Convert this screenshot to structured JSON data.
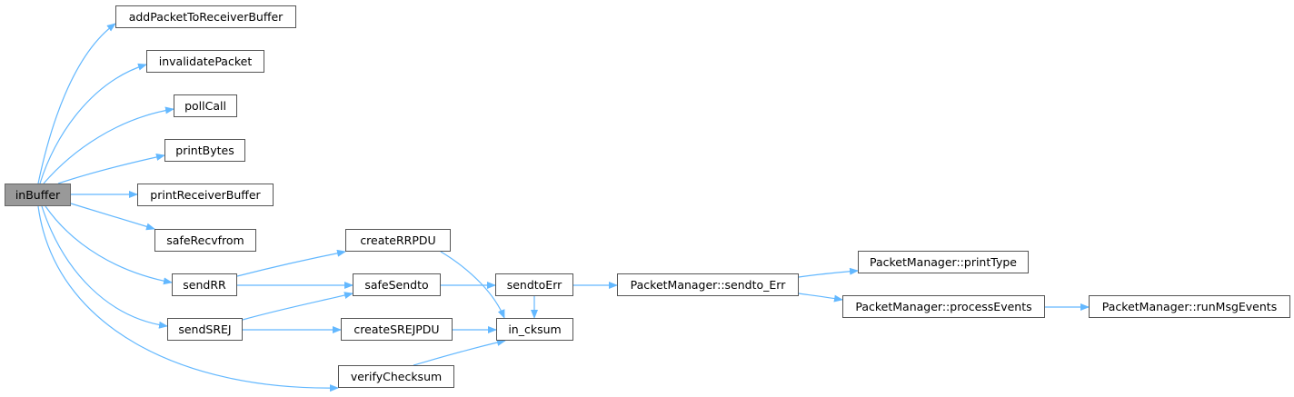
{
  "graph": {
    "edge_color": "#63b8ff",
    "root": "inBuffer",
    "nodes": {
      "root": "inBuffer",
      "add": "addPacketToReceiverBuffer",
      "inv": "invalidatePacket",
      "poll": "pollCall",
      "pb": "printBytes",
      "prb": "printReceiverBuffer",
      "srf": "safeRecvfrom",
      "srr": "sendRR",
      "ssrej": "sendSREJ",
      "crr": "createRRPDU",
      "ssend": "safeSendto",
      "csrej": "createSREJPDU",
      "vc": "verifyChecksum",
      "sterr": "sendtoErr",
      "cks": "in_cksum",
      "pmse": "PacketManager::sendto_Err",
      "pmpt": "PacketManager::printType",
      "pmpe": "PacketManager::processEvents",
      "pmrm": "PacketManager::runMsgEvents"
    },
    "edges": [
      [
        "root",
        "add"
      ],
      [
        "root",
        "inv"
      ],
      [
        "root",
        "poll"
      ],
      [
        "root",
        "pb"
      ],
      [
        "root",
        "prb"
      ],
      [
        "root",
        "srf"
      ],
      [
        "root",
        "srr"
      ],
      [
        "root",
        "ssrej"
      ],
      [
        "root",
        "vc"
      ],
      [
        "srr",
        "crr"
      ],
      [
        "srr",
        "ssend"
      ],
      [
        "ssrej",
        "ssend"
      ],
      [
        "ssrej",
        "csrej"
      ],
      [
        "crr",
        "cks"
      ],
      [
        "csrej",
        "cks"
      ],
      [
        "vc",
        "cks"
      ],
      [
        "ssend",
        "sterr"
      ],
      [
        "sterr",
        "pmse"
      ],
      [
        "pmse",
        "pmpt"
      ],
      [
        "pmse",
        "pmpe"
      ],
      [
        "pmpe",
        "pmrm"
      ]
    ]
  }
}
